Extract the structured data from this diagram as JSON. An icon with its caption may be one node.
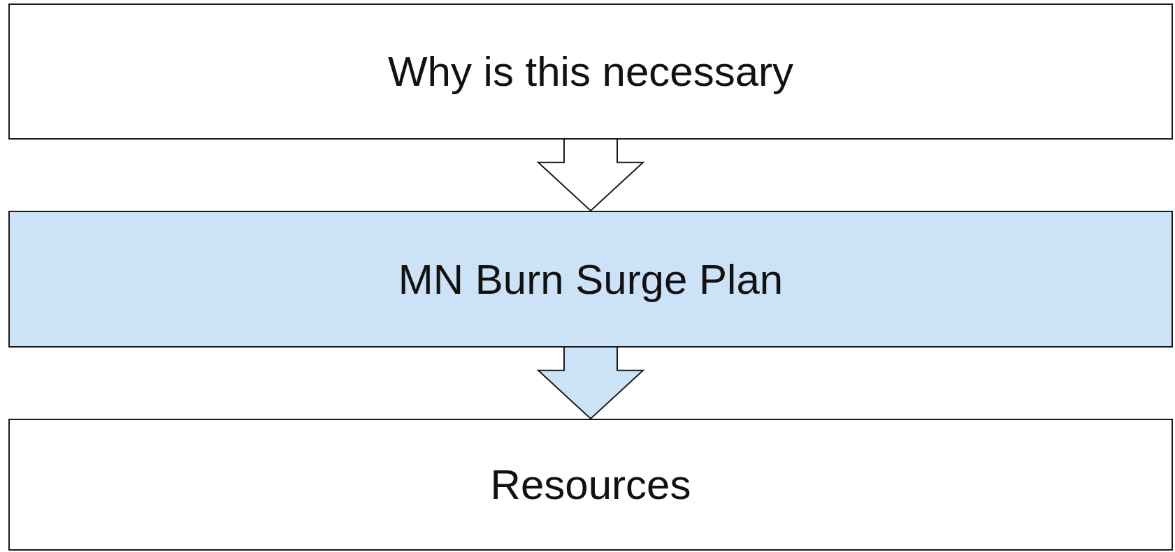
{
  "diagram": {
    "nodes": [
      {
        "text": [
          "Why is this necessary"
        ]
      },
      {
        "text": [
          "MN Burn Surge Plan"
        ]
      },
      {
        "text": [
          "Resources"
        ]
      }
    ],
    "edges": [
      {
        "from": 0,
        "to": 1,
        "arrow": "to",
        "color": "#ffffff"
      },
      {
        "from": 1,
        "to": 2,
        "arrow": "to",
        "color": "#cce3f7"
      }
    ]
  }
}
